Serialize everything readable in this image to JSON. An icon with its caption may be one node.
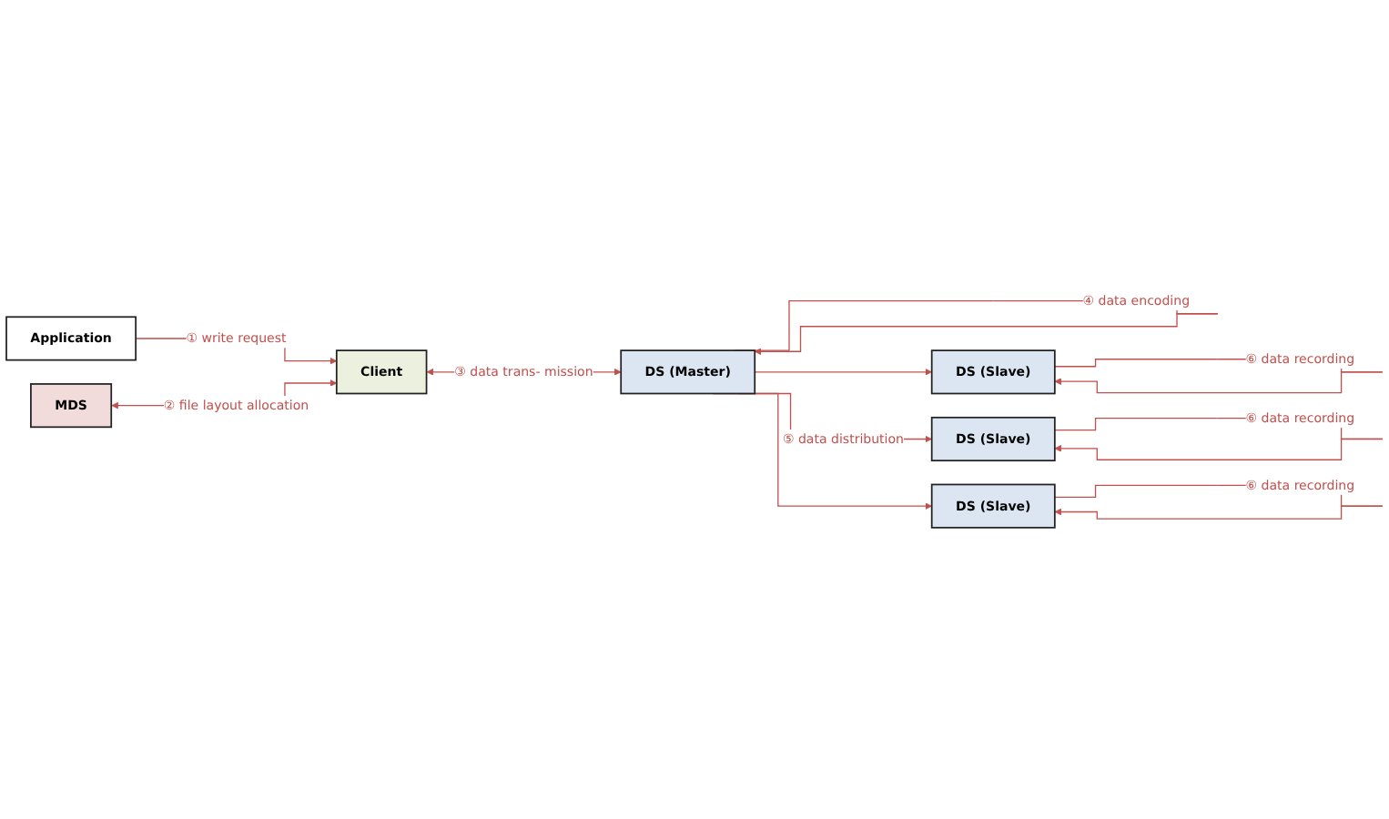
{
  "diagram": {
    "nodes": [
      {
        "text": [
          "Application"
        ]
      },
      {
        "text": [
          "MDS"
        ]
      },
      {
        "text": [
          "Client"
        ]
      },
      {
        "text": [
          "DS (Master)"
        ]
      },
      {
        "text": [
          "DS (Slave)"
        ]
      },
      {
        "text": [
          "DS (Slave)"
        ]
      },
      {
        "text": [
          "DS (Slave)"
        ]
      }
    ],
    "edges": [
      {
        "from": 0,
        "to": 2,
        "arrow": "to",
        "label": "① write request"
      },
      {
        "from": 1,
        "to": 2,
        "arrow": "both",
        "label": "② file layout allocation"
      },
      {
        "from": 2,
        "to": 3,
        "arrow": "both",
        "label": "③ data trans- mission"
      },
      {
        "from": 3,
        "to": 3,
        "arrow": "to",
        "label": "④ data encoding"
      },
      {
        "from": 3,
        "to": 4,
        "arrow": "to"
      },
      {
        "from": 3,
        "to": 5,
        "arrow": "to",
        "label": "⑤ data distribution"
      },
      {
        "from": 3,
        "to": 6,
        "arrow": "to"
      },
      {
        "from": 4,
        "to": 4,
        "arrow": "to",
        "label": "⑥ data recording"
      },
      {
        "from": 5,
        "to": 5,
        "arrow": "to",
        "label": "⑥ data recording"
      },
      {
        "from": 6,
        "to": 6,
        "arrow": "to",
        "label": "⑥ data recording"
      }
    ]
  }
}
